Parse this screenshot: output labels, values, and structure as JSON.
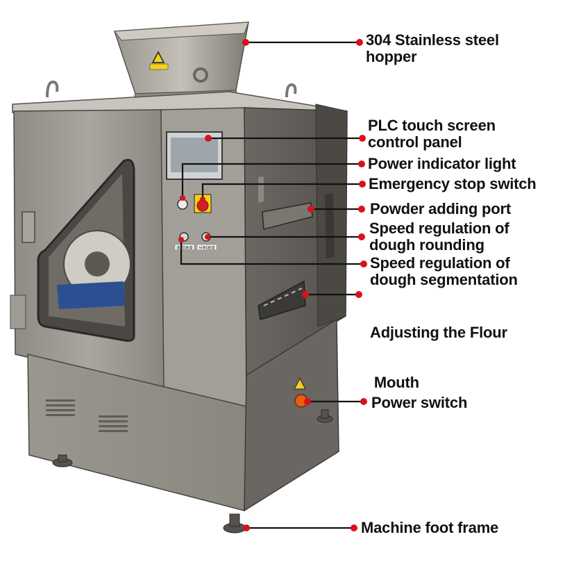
{
  "callouts": {
    "hopper": [
      "304 Stainless steel",
      "hopper"
    ],
    "plc": [
      "PLC touch screen",
      "control panel"
    ],
    "power_light": [
      "Power indicator light"
    ],
    "emergency": [
      "Emergency stop switch"
    ],
    "powder_port": [
      "Powder adding port"
    ],
    "speed_rounding": [
      "Speed regulation of",
      "dough rounding"
    ],
    "speed_segmentation": [
      "Speed regulation of",
      "dough segmentation"
    ],
    "flour_mouth": [
      "Adjusting the Flour",
      " Mouth"
    ],
    "power_switch": [
      "Power switch"
    ],
    "foot_frame": [
      "Machine foot frame"
    ]
  },
  "panel_labels": {
    "left": "滚圆速度",
    "right": "分割速度"
  },
  "colors": {
    "dot": "#d8121b",
    "leader": "#111111",
    "steel_light": "#b3b0aa",
    "steel_mid": "#8f8c86",
    "steel_dark": "#5e5b56",
    "warning_yellow": "#f3d21a",
    "estop_red": "#d42020"
  }
}
